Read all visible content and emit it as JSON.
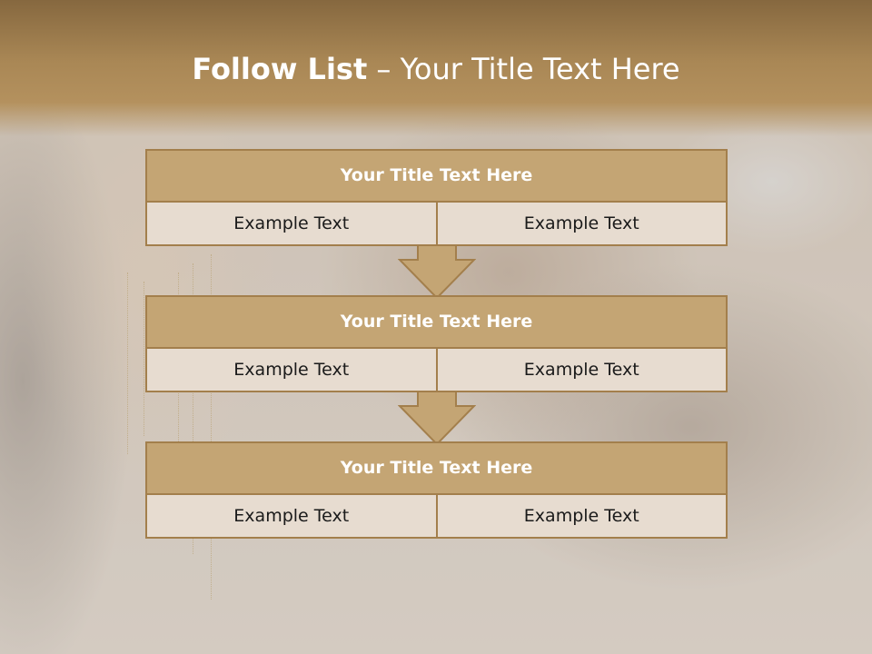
{
  "slide": {
    "title_bold": "Follow List",
    "title_rest": " – Your Title Text Here"
  },
  "boxes": [
    {
      "title": "Your Title Text Here",
      "left": "Example Text",
      "right": "Example Text"
    },
    {
      "title": "Your Title Text Here",
      "left": "Example Text",
      "right": "Example Text"
    },
    {
      "title": "Your Title Text Here",
      "left": "Example Text",
      "right": "Example Text"
    }
  ],
  "colors": {
    "header_band": "#a98755",
    "box_header": "#c4a574",
    "box_cell": "#e7dcd0",
    "border": "#a37f4c",
    "arrow_fill": "#c4a574"
  }
}
